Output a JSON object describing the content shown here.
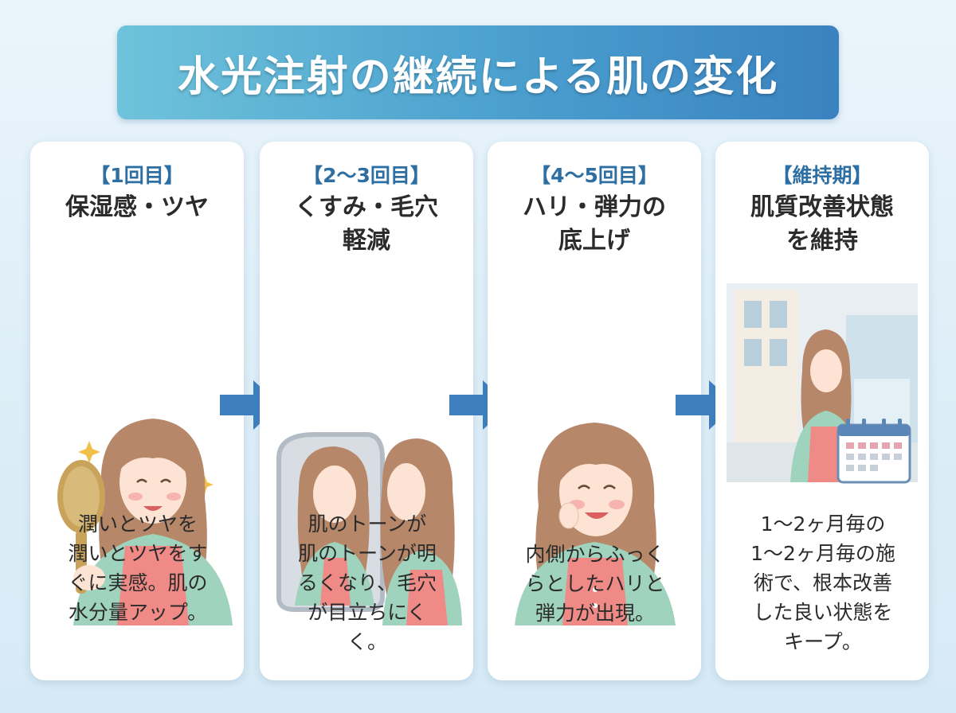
{
  "title": "水光注射の継続による肌の変化",
  "stages": [
    {
      "stage": "【1回目】",
      "heading": [
        "保湿感・ツヤ",
        ""
      ],
      "desc": [
        "潤いとツヤを",
        "潤いとツヤをす",
        "ぐに実感。肌の",
        "水分量アップ。",
        ""
      ]
    },
    {
      "stage": "【2〜3回目】",
      "heading": [
        "くすみ・毛穴",
        "軽減"
      ],
      "desc": [
        "肌のトーンが",
        "肌のトーンが明",
        "るくなり、毛穴",
        "が目立ちにく",
        "く。"
      ]
    },
    {
      "stage": "【4〜5回目】",
      "heading": [
        "ハリ・弾力の",
        "底上げ"
      ],
      "desc": [
        "内側からふっく",
        "らとしたハリと",
        "弾力が出現。",
        "",
        ""
      ]
    },
    {
      "stage": "【維持期】",
      "heading": [
        "肌質改善状態",
        "を維持"
      ],
      "desc": [
        "1〜2ヶ月毎の",
        "1〜2ヶ月毎の施",
        "術で、根本改善",
        "した良い状態を",
        "キープ。"
      ]
    }
  ],
  "colors": {
    "title_gradient_start": "#6ec3db",
    "title_gradient_end": "#3a82c0",
    "stage_label": "#2d6fa3",
    "arrow": "#3f7fbf",
    "card_bg": "#ffffff"
  },
  "icons": [
    "hand-mirror-icon",
    "wall-mirror-icon",
    "calendar-icon",
    "right-arrow-icon"
  ]
}
